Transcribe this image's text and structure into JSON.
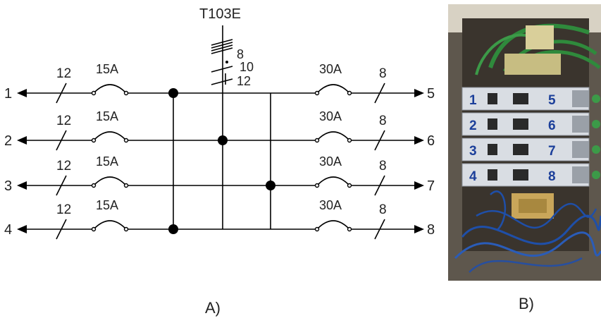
{
  "schematic": {
    "transformer_label": "T103E",
    "bus_wire_counts": [
      "8",
      "10",
      "12"
    ],
    "inputs": [
      {
        "terminal": "1",
        "wires": "12",
        "breaker": "15A"
      },
      {
        "terminal": "2",
        "wires": "12",
        "breaker": "15A"
      },
      {
        "terminal": "3",
        "wires": "12",
        "breaker": "15A"
      },
      {
        "terminal": "4",
        "wires": "12",
        "breaker": "15A"
      }
    ],
    "outputs": [
      {
        "terminal": "5",
        "wires": "8",
        "breaker": "30A"
      },
      {
        "terminal": "6",
        "wires": "8",
        "breaker": "30A"
      },
      {
        "terminal": "7",
        "wires": "8",
        "breaker": "30A"
      },
      {
        "terminal": "8",
        "wires": "8",
        "breaker": "30A"
      }
    ]
  },
  "photo": {
    "module_labels": [
      {
        "left": "1",
        "right": "5"
      },
      {
        "left": "2",
        "right": "6"
      },
      {
        "left": "3",
        "right": "7"
      },
      {
        "left": "4",
        "right": "8"
      }
    ]
  },
  "captions": {
    "a": "A)",
    "b": "B)"
  },
  "colors": {
    "line": "#000000",
    "ink": "#1c3f9a",
    "green_wire": "#2f8a3c",
    "blue_wire": "#1f4fa8"
  }
}
